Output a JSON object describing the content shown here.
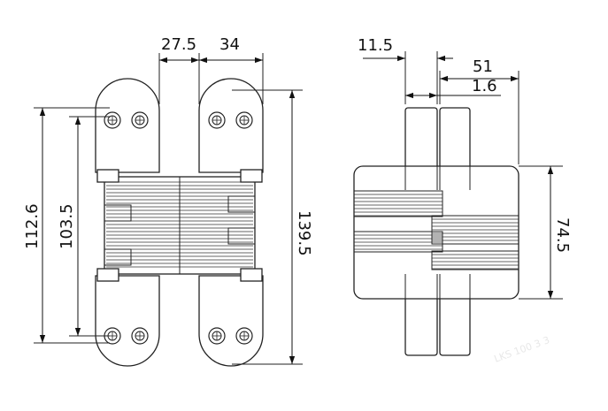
{
  "colors": {
    "line": "#222222",
    "background": "#ffffff",
    "watermark": "#e8e8e8"
  },
  "front_view": {
    "dims": {
      "width_left": "27.5",
      "width_right": "34",
      "height_total": "139.5",
      "height_holes_outer": "112.6",
      "height_holes_inner": "103.5"
    }
  },
  "side_view": {
    "dims": {
      "width_a": "11.5",
      "width_b": "51",
      "width_c": "1.6",
      "body_height": "74.5"
    }
  }
}
